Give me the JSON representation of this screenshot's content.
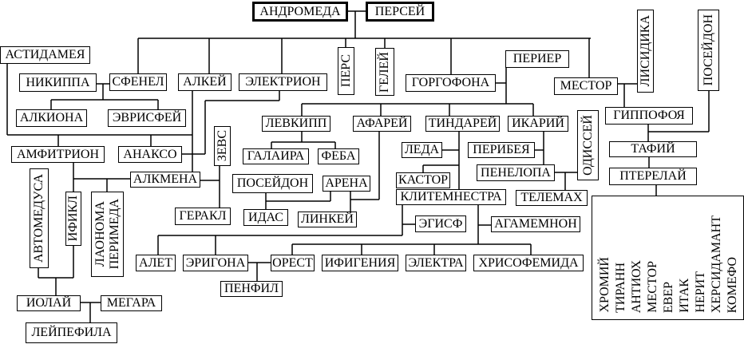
{
  "persons": {
    "andromeda": "АНДРОМЕДА",
    "perseus": "ПЕРСЕЙ",
    "astydameia": "АСТИДАМЕЯ",
    "nikippe": "НИКИППА",
    "sthenelus": "СФЕНЕЛ",
    "alcaeus": "АЛКЕЙ",
    "electryon": "ЭЛЕКТРИОН",
    "perses": "ПЕРС",
    "heleus": "ГЕЛЕЙ",
    "gorgophone": "ГОРГОФОНА",
    "perieres": "ПЕРИЕР",
    "mestor": "МЕСТОР",
    "lysidice": "ЛИСИДИКА",
    "poseidon_top": "ПОСЕЙДОН",
    "alcyone": "АЛКИОНА",
    "eurystheus": "ЭВРИСФЕЙ",
    "leucippus": "ЛЕВКИПП",
    "aphareus": "АФАРЕЙ",
    "tyndareus": "ТИНДАРЕЙ",
    "icarius": "ИКАРИЙ",
    "odysseus": "ОДИССЕЙ",
    "hippothoe": "ГИППОФОЯ",
    "zeus": "ЗЕВС",
    "amphitryon": "АМФИТРИОН",
    "anaxo": "АНАКСО",
    "hilaeira": "ГАЛАИРА",
    "phoebe": "ФЕБА",
    "leda": "ЛЕДА",
    "periboea": "ПЕРИБЕЯ",
    "taphius": "ТАФИЙ",
    "castor": "КАСТОР",
    "penelope": "ПЕНЕЛОПА",
    "pterelaus": "ПТЕРЕЛАЙ",
    "alcmene": "АЛКМЕНА",
    "automedusa": "АВТОМЕДУСА",
    "iphicles": "ИФИКЛ",
    "laonome": "ЛАОНОМА",
    "perimede": "ПЕРИМЕДА",
    "poseidon": "ПОСЕЙДОН",
    "arene": "АРЕНА",
    "clytemnestra": "КЛИТЕМНЕСТРА",
    "telemachus": "ТЕЛЕМАХ",
    "heracles": "ГЕРАКЛ",
    "idas": "ИДАС",
    "lynceus": "ЛИНКЕЙ",
    "aegisthus": "ЭГИСФ",
    "agamemnon": "АГАМЕМНОН",
    "aletes": "АЛЕТ",
    "erigone": "ЭРИГОНА",
    "orestes": "ОРЕСТ",
    "iphigenia": "ИФИГЕНИЯ",
    "electra": "ЭЛЕКТРА",
    "chrysothemis": "ХРИСОФЕМИДА",
    "penthilus": "ПЕНФИЛ",
    "iolaus": "ИОЛАЙ",
    "megara": "МЕГАРА",
    "leipephile": "ЛЕЙПЕФИЛА"
  },
  "sons_of_pterelaus": [
    "ХРОМИЙ",
    "ТИРАНН",
    "АНТИОХ",
    "МЕСТОР",
    "ЕВЕР",
    "ИТАК",
    "НЕРИТ",
    "ХЕРСИДАМАНТ",
    "КОМЕФО"
  ]
}
